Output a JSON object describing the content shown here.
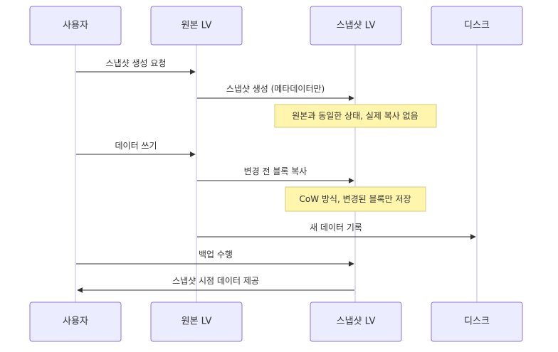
{
  "participants": [
    {
      "id": "user",
      "label": "사용자"
    },
    {
      "id": "origin",
      "label": "원본 LV"
    },
    {
      "id": "snapshot",
      "label": "스냅샷 LV"
    },
    {
      "id": "disk",
      "label": "디스크"
    }
  ],
  "messages": [
    {
      "from": "user",
      "to": "origin",
      "label": "스냅샷 생성 요청"
    },
    {
      "from": "origin",
      "to": "snapshot",
      "label": "스냅샷 생성 (메타데이터만)"
    },
    {
      "from": "user",
      "to": "origin",
      "label": "데이터 쓰기"
    },
    {
      "from": "origin",
      "to": "snapshot",
      "label": "변경 전 블록 복사"
    },
    {
      "from": "origin",
      "to": "disk",
      "label": "새 데이터 기록"
    },
    {
      "from": "user",
      "to": "snapshot",
      "label": "백업 수행"
    },
    {
      "from": "snapshot",
      "to": "user",
      "label": "스냅샷 시점 데이터 제공"
    }
  ],
  "notes": [
    {
      "over": "snapshot",
      "label": "원본과 동일한 상태, 실제 복사 없음"
    },
    {
      "over": "snapshot",
      "label": "CoW 방식, 변경된 블록만 저장"
    }
  ],
  "colors": {
    "actor_fill": "#ECECFF",
    "actor_stroke": "#9370DB",
    "lifeline": "#D7D0EE",
    "note_fill": "#FFF5AD",
    "note_stroke": "#D6CB7A",
    "line": "#333333"
  }
}
